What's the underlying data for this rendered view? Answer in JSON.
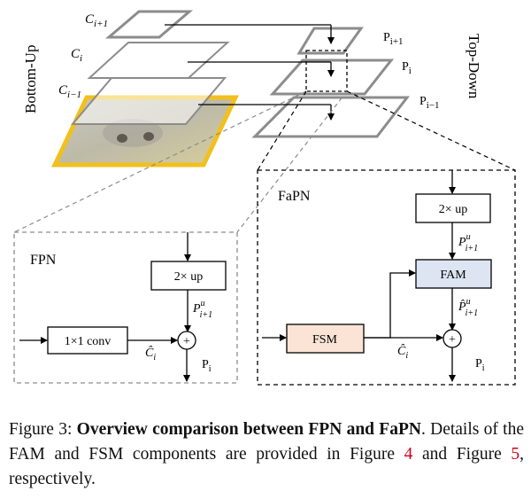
{
  "diagram": {
    "side_labels": {
      "left": "Bottom-Up",
      "right": "Top-Down"
    },
    "c_labels": [
      {
        "base": "C",
        "sub": "i+1"
      },
      {
        "base": "C",
        "sub": "i"
      },
      {
        "base": "C",
        "sub": "i−1"
      }
    ],
    "p_labels": [
      {
        "base": "P",
        "sub": "i+1"
      },
      {
        "base": "P",
        "sub": "i"
      },
      {
        "base": "P",
        "sub": "i−1"
      }
    ],
    "fpn": {
      "title": "FPN",
      "up_label": "2× up",
      "conv_label": "1×1 conv",
      "plus": "+",
      "pu": {
        "base": "P",
        "sup": "u",
        "sub": "i+1"
      },
      "chat": {
        "base": "Ĉ",
        "sub": "i"
      },
      "out": {
        "base": "P",
        "sub": "i"
      }
    },
    "fapn": {
      "title": "FaPN",
      "up_label": "2× up",
      "fam_label": "FAM",
      "fsm_label": "FSM",
      "plus": "+",
      "pu_top": {
        "base": "P",
        "sup": "u",
        "sub": "i+1"
      },
      "pu_bottom": {
        "base": "P̂",
        "sup": "u",
        "sub": "i+1"
      },
      "chat": {
        "base": "Ĉ",
        "sub": "i"
      },
      "out": {
        "base": "P",
        "sub": "i"
      }
    },
    "colors": {
      "plane_stroke": "#8c8c8c",
      "fam_fill": "#dde5f3",
      "fsm_fill": "#fbe4d6",
      "image_border": "#f2c01d"
    }
  },
  "caption": {
    "prefix": "Figure 3: ",
    "bold": "Overview comparison between FPN and FaPN",
    "after_bold": ".",
    "line2": "Details of the FAM and FSM components are provided in",
    "fig_word1": "Figure ",
    "ref1": "4",
    "and_word": " and Figure ",
    "ref2": "5",
    "end": ", respectively."
  }
}
